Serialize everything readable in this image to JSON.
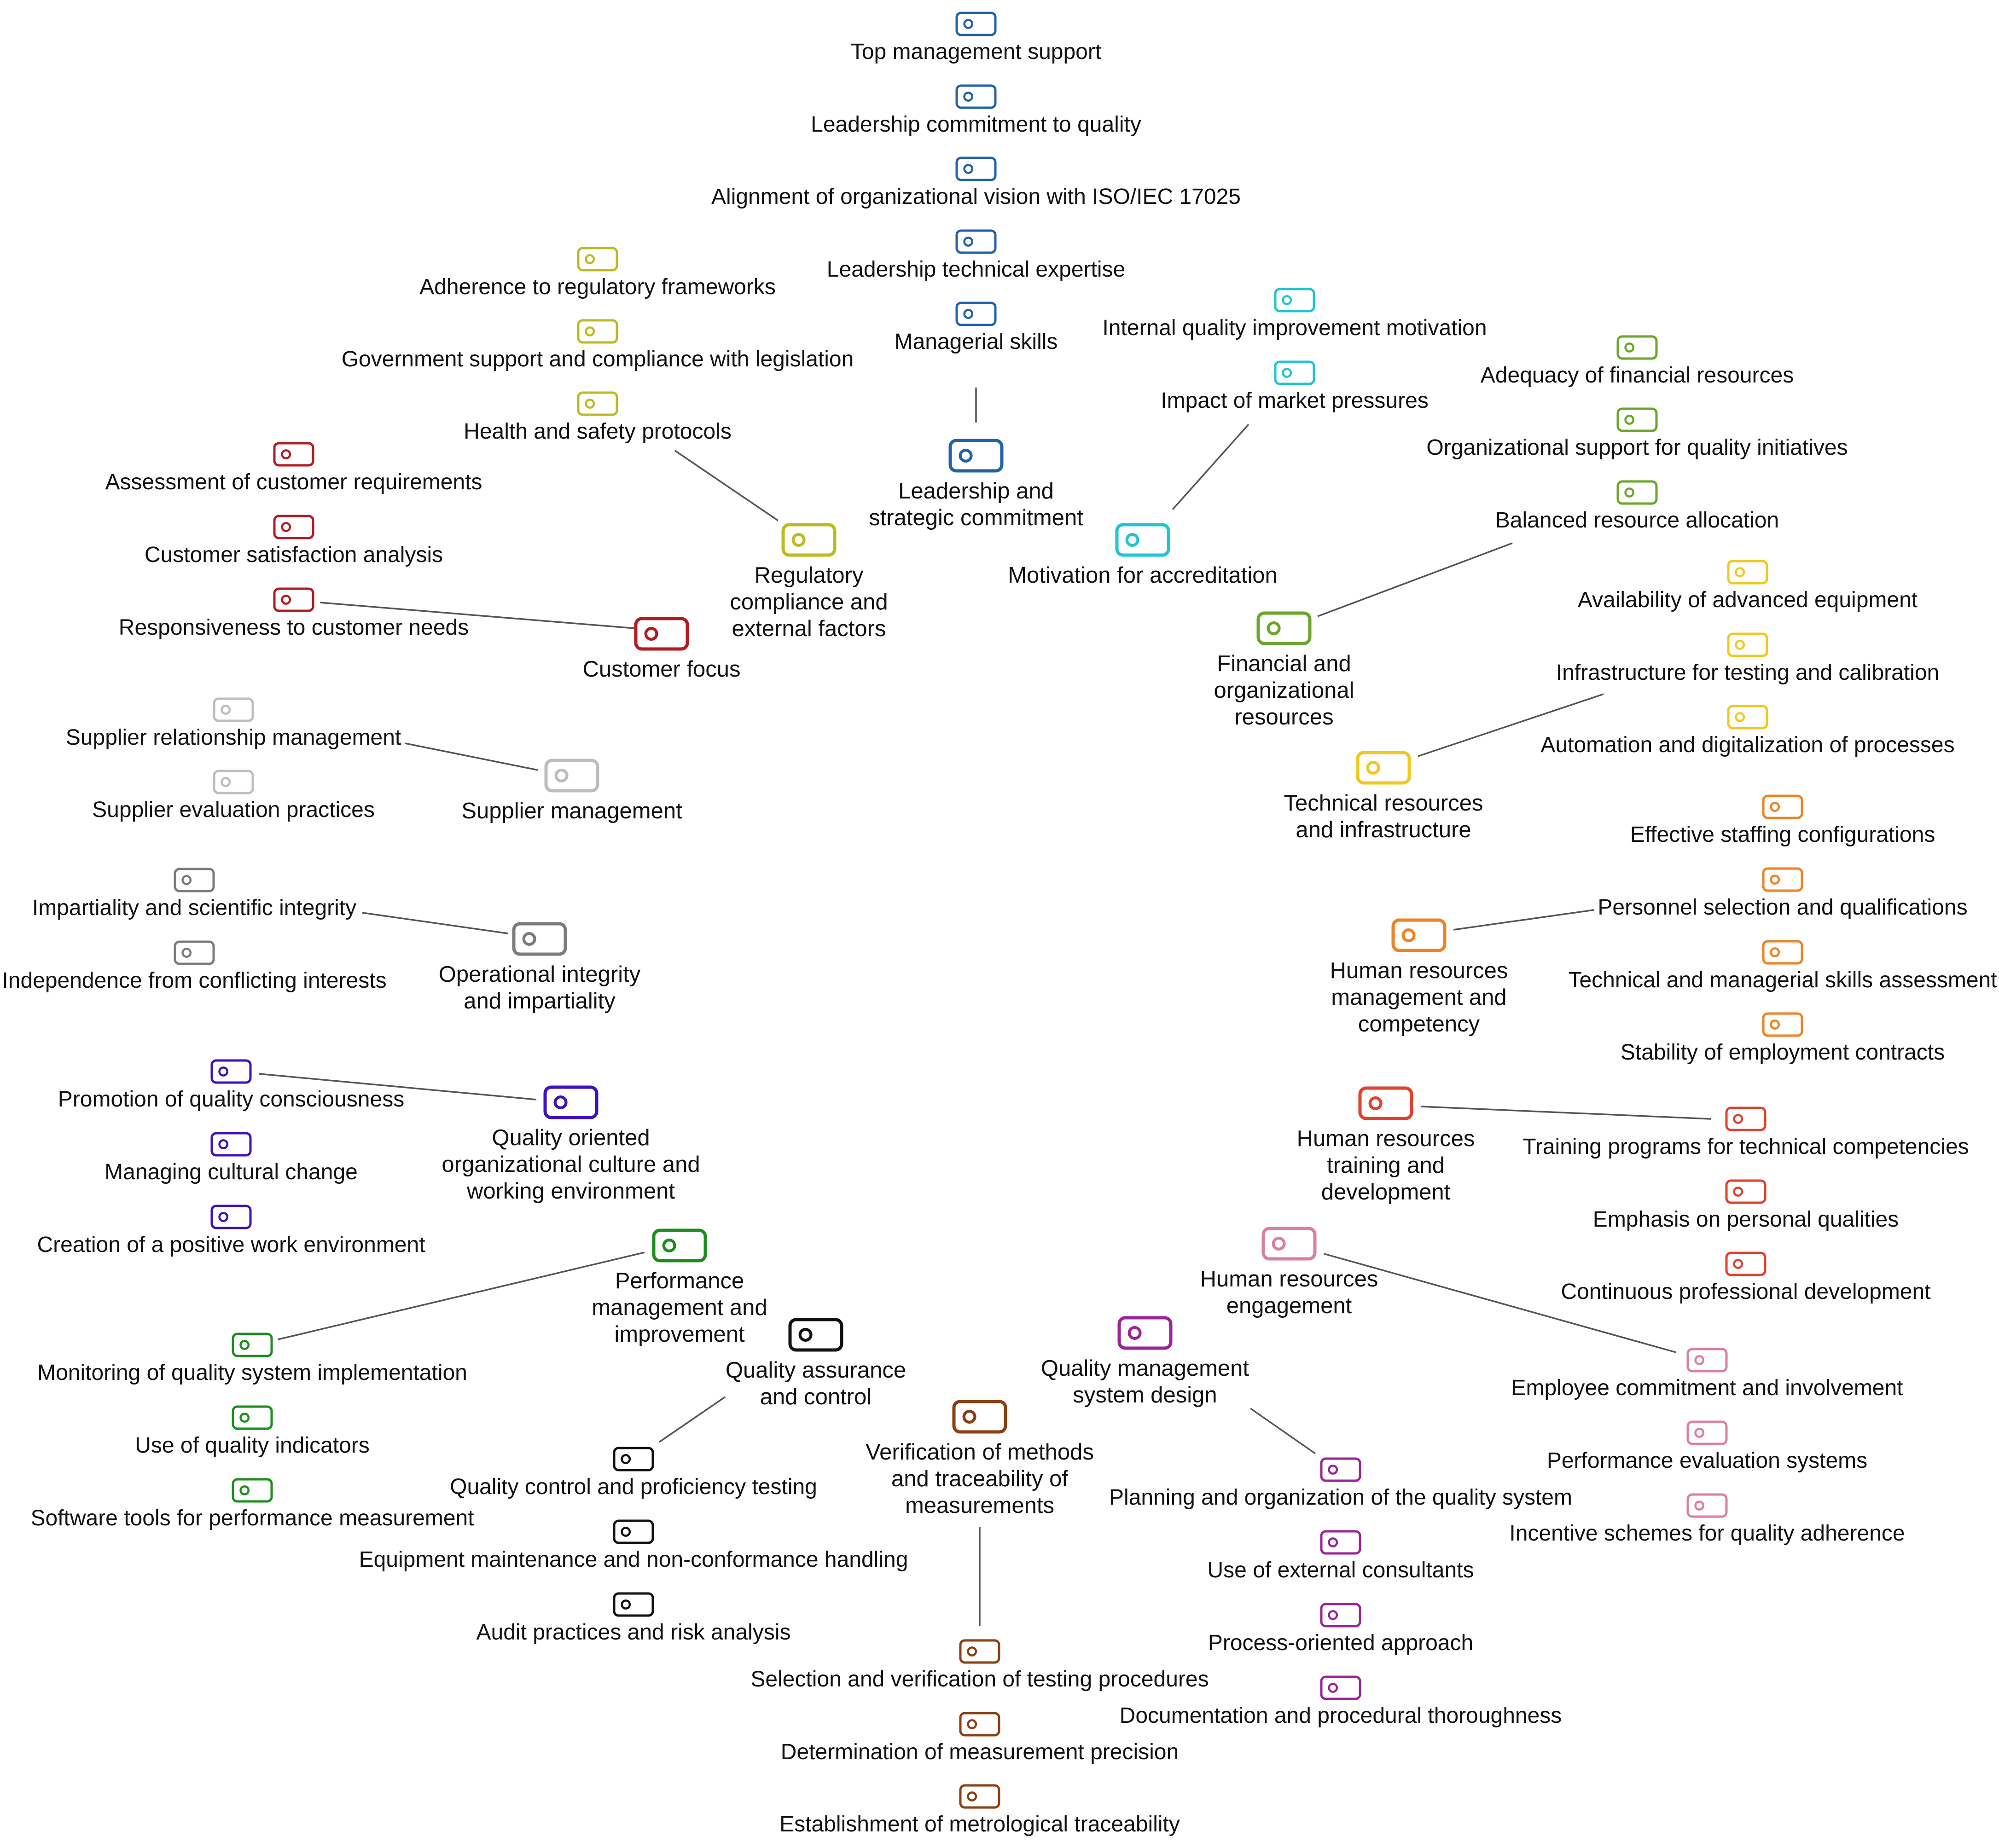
{
  "colors": {
    "leadership": "#2262a8",
    "motivation": "#21c4d1",
    "regulatory": "#bcbb1f",
    "customer": "#b31b22",
    "financial": "#6aa62c",
    "technical": "#f2c81e",
    "supplier": "#bdbdbd",
    "hr_management": "#ef8224",
    "integrity": "#7b7b7b",
    "hr_training": "#e0412d",
    "culture": "#3d11bf",
    "hr_engagement": "#dc7f9e",
    "performance": "#1c8e1c",
    "qa": "#111111",
    "qms": "#9b2596",
    "verification": "#8a3f12",
    "connector": "#555555"
  },
  "groups": [
    {
      "id": "leadership",
      "label": [
        "Leadership and",
        "strategic commitment"
      ],
      "subs": [
        "Top management support",
        "Leadership commitment to quality",
        "Alignment of organizational vision with ISO/IEC 17025",
        "Leadership technical expertise",
        "Managerial skills"
      ]
    },
    {
      "id": "motivation",
      "label": [
        "Motivation for accreditation"
      ],
      "subs": [
        "Internal quality improvement motivation",
        "Impact of market pressures"
      ]
    },
    {
      "id": "regulatory",
      "label": [
        "Regulatory",
        "compliance and",
        "external factors"
      ],
      "subs": [
        "Adherence to regulatory frameworks",
        "Government support and compliance with legislation",
        "Health and safety protocols"
      ]
    },
    {
      "id": "customer",
      "label": [
        "Customer focus"
      ],
      "subs": [
        "Assessment of customer requirements",
        "Customer satisfaction analysis",
        "Responsiveness to customer needs"
      ]
    },
    {
      "id": "financial",
      "label": [
        "Financial and",
        "organizational",
        "resources"
      ],
      "subs": [
        "Adequacy of financial resources",
        "Organizational support for quality initiatives",
        "Balanced resource allocation"
      ]
    },
    {
      "id": "technical",
      "label": [
        "Technical resources",
        "and infrastructure"
      ],
      "subs": [
        "Availability of advanced equipment",
        "Infrastructure for testing and calibration",
        "Automation and digitalization of processes"
      ]
    },
    {
      "id": "supplier",
      "label": [
        "Supplier management"
      ],
      "subs": [
        "Supplier relationship management",
        "Supplier evaluation practices"
      ]
    },
    {
      "id": "hr_management",
      "label": [
        "Human resources",
        "management and",
        "competency"
      ],
      "subs": [
        "Effective staffing configurations",
        "Personnel selection and qualifications",
        "Technical and managerial skills assessment",
        "Stability of employment contracts"
      ]
    },
    {
      "id": "integrity",
      "label": [
        "Operational integrity",
        "and impartiality"
      ],
      "subs": [
        "Impartiality and scientific integrity",
        "Independence from conflicting interests"
      ]
    },
    {
      "id": "hr_training",
      "label": [
        "Human resources",
        "training and",
        "development"
      ],
      "subs": [
        "Training programs for technical competencies",
        "Emphasis on personal qualities",
        "Continuous professional development"
      ]
    },
    {
      "id": "culture",
      "label": [
        "Quality oriented",
        "organizational culture and",
        "working environment"
      ],
      "subs": [
        "Promotion of quality consciousness",
        "Managing cultural change",
        "Creation of a positive work environment"
      ]
    },
    {
      "id": "hr_engagement",
      "label": [
        "Human resources",
        "engagement"
      ],
      "subs": [
        "Employee commitment and involvement",
        "Performance evaluation systems",
        "Incentive schemes for quality adherence"
      ]
    },
    {
      "id": "performance",
      "label": [
        "Performance",
        "management and",
        "improvement"
      ],
      "subs": [
        "Monitoring of quality system implementation",
        "Use of quality indicators",
        "Software tools for performance measurement"
      ]
    },
    {
      "id": "qa",
      "label": [
        "Quality assurance",
        "and control"
      ],
      "subs": [
        "Quality control and proficiency testing",
        "Equipment maintenance and non-conformance handling",
        "Audit practices and risk analysis"
      ]
    },
    {
      "id": "qms",
      "label": [
        "Quality management",
        "system design"
      ],
      "subs": [
        "Planning and organization of the quality system",
        "Use of external consultants",
        "Process-oriented approach",
        "Documentation and procedural thoroughness"
      ]
    },
    {
      "id": "verification",
      "label": [
        "Verification of methods",
        "and traceability of",
        "measurements"
      ],
      "subs": [
        "Selection and verification of testing procedures",
        "Determination of measurement precision",
        "Establishment of metrological traceability"
      ]
    }
  ]
}
